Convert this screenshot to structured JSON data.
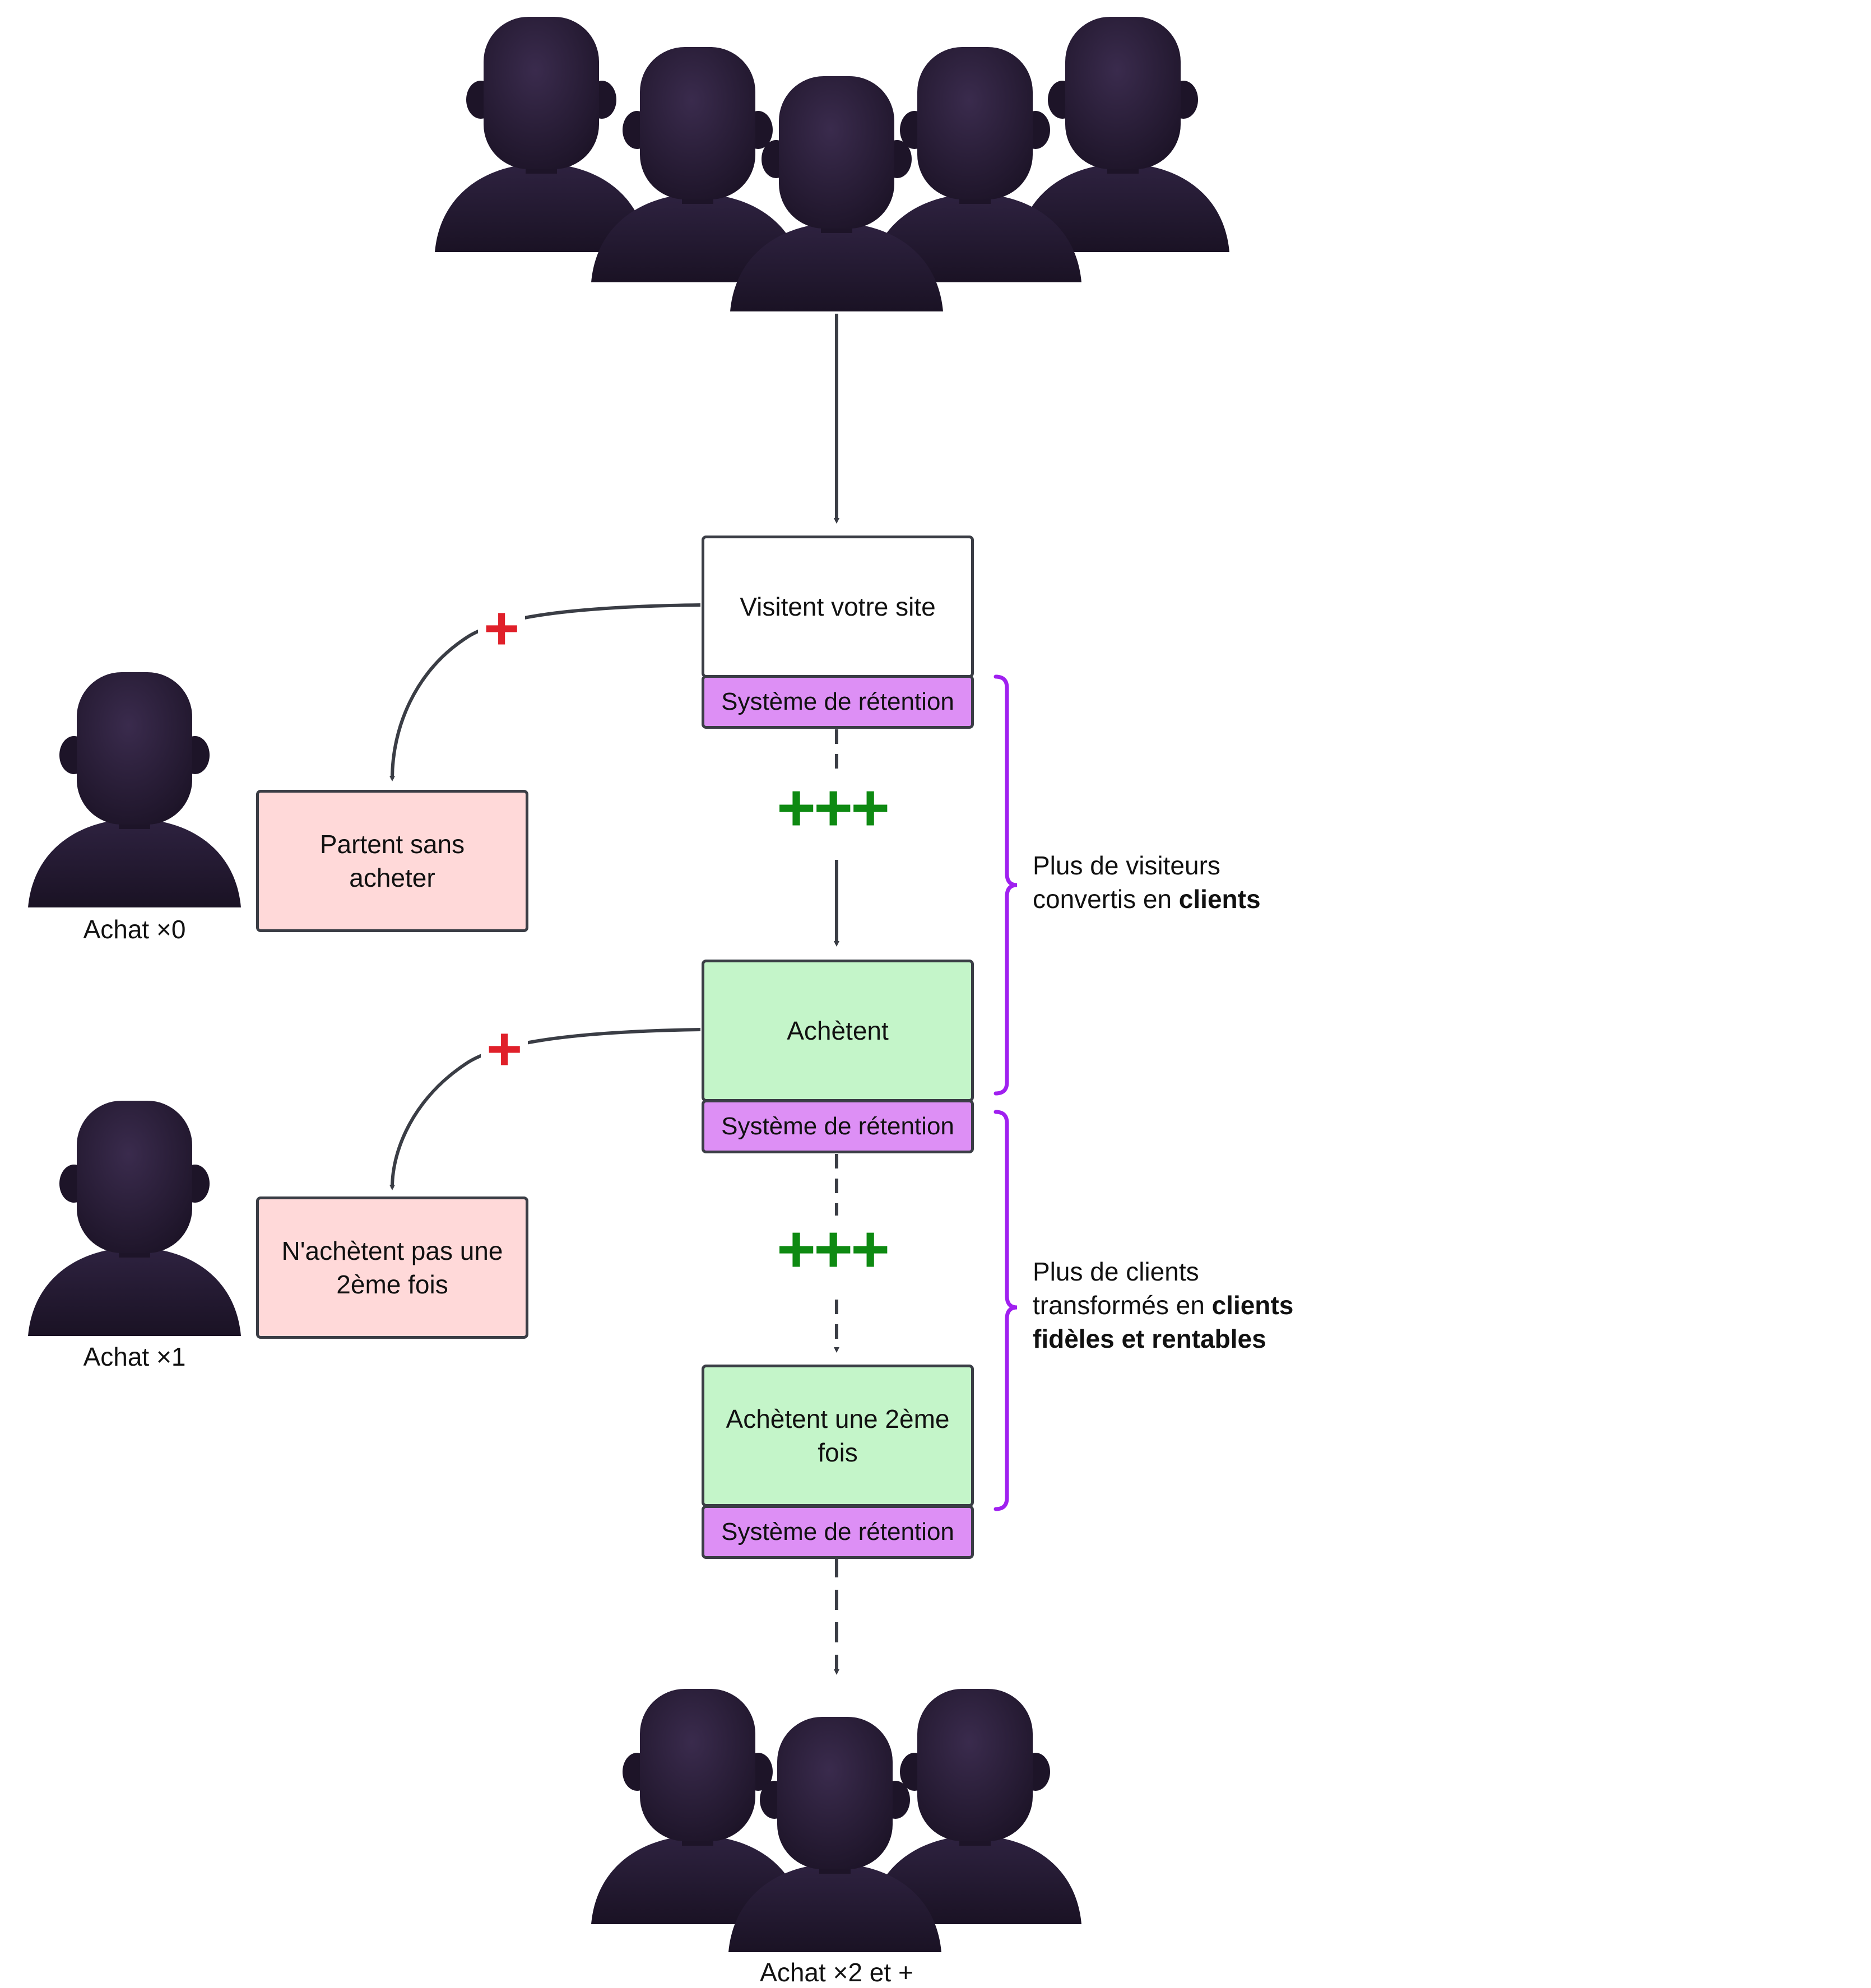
{
  "boxes": {
    "visit": "Visitent votre site",
    "leave": "Partent sans acheter",
    "buy": "Achètent",
    "no_second": "N'achètent pas une 2ème fois",
    "buy_second": "Achètent une 2ème fois"
  },
  "retention_label": "Système de rétention",
  "captions": {
    "zero": "Achat ×0",
    "one": "Achat ×1",
    "two_plus": "Achat ×2 et +"
  },
  "markers": {
    "drop": "+",
    "retain": "+++"
  },
  "brace_labels": {
    "top": {
      "line1": "Plus de visiteurs",
      "line2_pre": "convertis en ",
      "line2_bold": "clients"
    },
    "bottom": {
      "line1": "Plus de clients",
      "line2_pre": "transformés en ",
      "line2_bold": "clients",
      "line3_bold": "fidèles et rentables"
    }
  },
  "colors": {
    "person": "#2b1e3a",
    "loss_box": "#ffd9d9",
    "win_box": "#c4f5c9",
    "retention": "#dd8ff5",
    "brace": "#a020f0",
    "arrow": "#3a3d45"
  },
  "icons": [
    "person-icon"
  ]
}
